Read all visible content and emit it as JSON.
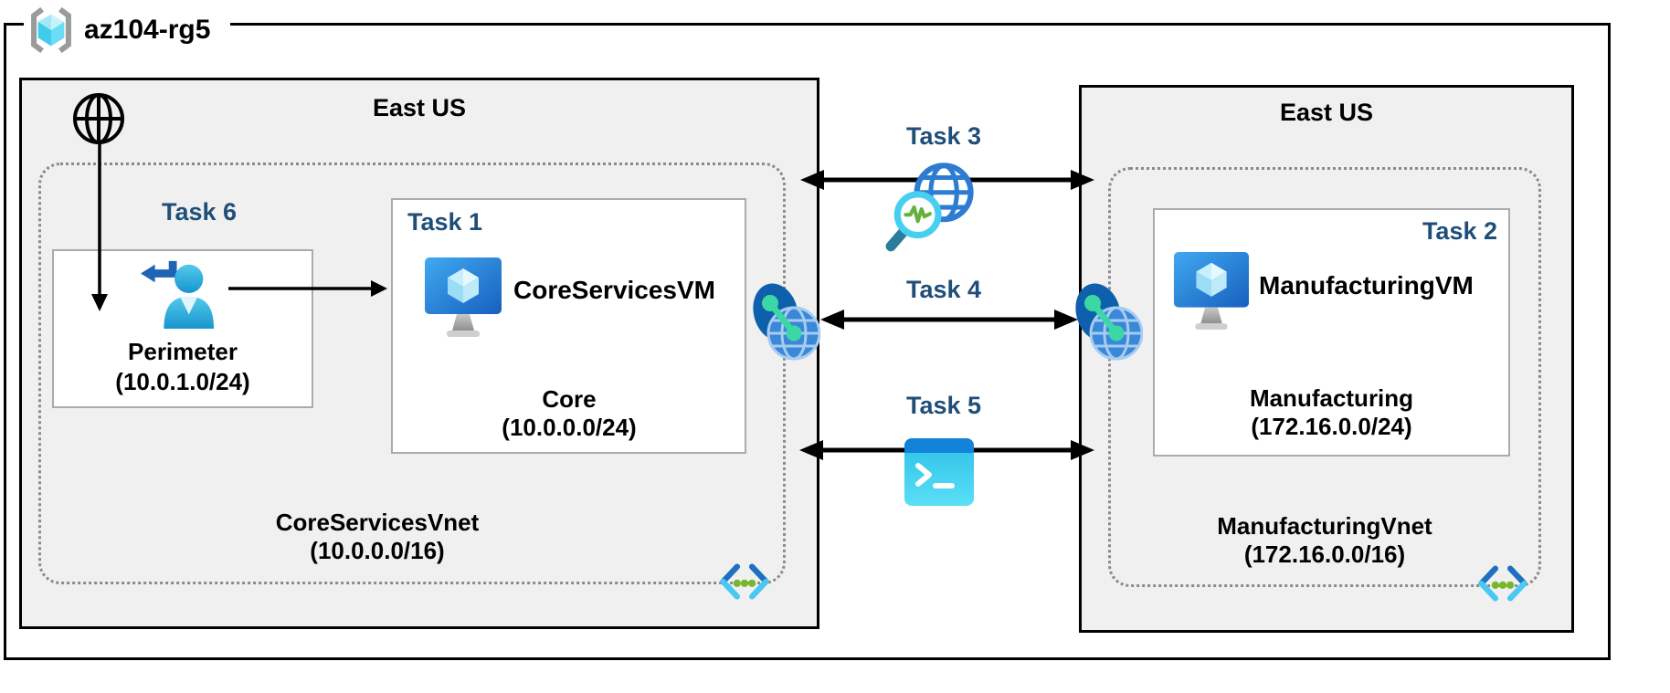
{
  "resource_group": {
    "name": "az104-rg5"
  },
  "left_region": {
    "location": "East US",
    "task6_label": "Task 6",
    "perimeter_subnet": {
      "name": "Perimeter",
      "cidr": "(10.0.1.0/24)"
    },
    "task1": {
      "label": "Task 1",
      "vm_name": "CoreServicesVM",
      "subnet_name": "Core",
      "subnet_cidr": "(10.0.0.0/24)"
    },
    "vnet_name": "CoreServicesVnet",
    "vnet_cidr": "(10.0.0.0/16)"
  },
  "right_region": {
    "location": "East US",
    "task2": {
      "label": "Task 2",
      "vm_name": "ManufacturingVM",
      "subnet_name": "Manufacturing",
      "subnet_cidr": "(172.16.0.0/24)"
    },
    "vnet_name": "ManufacturingVnet",
    "vnet_cidr": "(172.16.0.0/16)"
  },
  "middle_tasks": {
    "task3_label": "Task 3",
    "task4_label": "Task 4",
    "task5_label": "Task 5"
  },
  "icons": {
    "resource_group": "resource-group-brackets-cube-icon",
    "internet": "internet-globe-icon",
    "perimeter_user": "user-signin-icon",
    "virtual_machine": "vm-monitor-icon",
    "vnet": "vnet-brackets-dots-icon",
    "peering": "network-peering-globes-icon",
    "task3_tool": "network-watcher-magnifier-icon",
    "task5_tool": "cloud-shell-terminal-icon"
  },
  "colors": {
    "task_label": "#1F4E79",
    "region_fill": "#F0F0F0",
    "region_border": "#000000",
    "subnet_box_border": "#ABABAB",
    "vnet_dotted_border": "#8A8A8A",
    "arrow": "#000000",
    "azure_blue": "#1B6AC9",
    "azure_cyan": "#45C6F0",
    "peering_green": "#3BD8A6",
    "vnet_dot_green": "#76B82A",
    "shell_header_blue": "#1283D8"
  }
}
